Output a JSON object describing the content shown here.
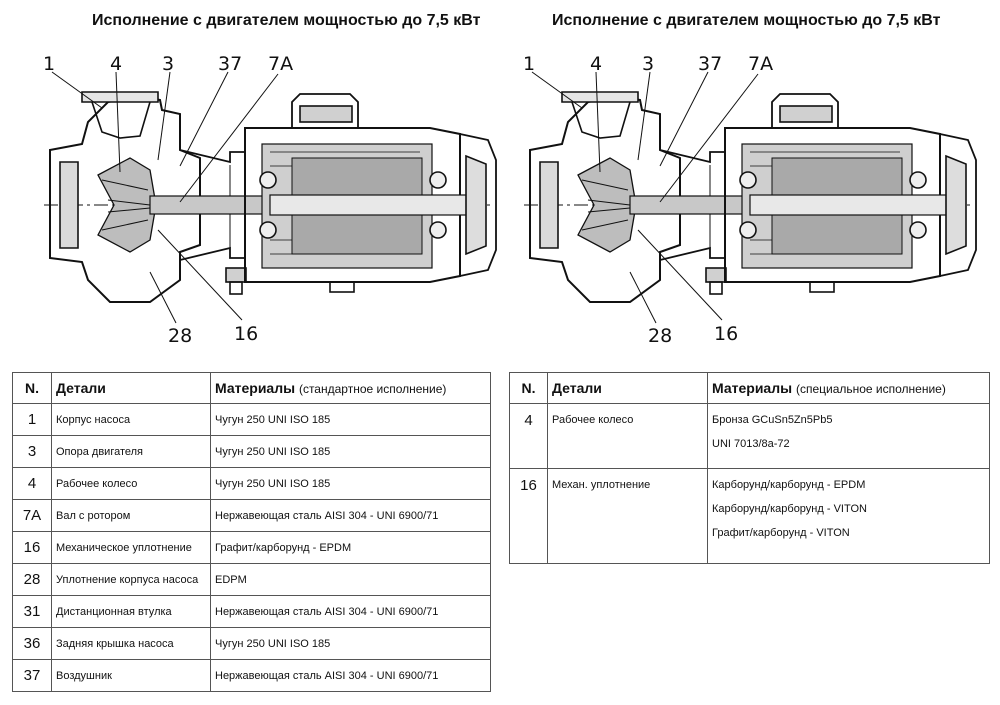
{
  "figure_left": {
    "title": "Исполнение с двигателем мощностью до 7,5 кВт",
    "callouts": [
      "1",
      "4",
      "3",
      "37",
      "7A",
      "28",
      "16"
    ]
  },
  "figure_right": {
    "title": "Исполнение с двигателем мощностью до 7,5 кВт",
    "callouts": [
      "1",
      "4",
      "3",
      "37",
      "7A",
      "28",
      "16"
    ]
  },
  "table_standard": {
    "headers": {
      "num": "N.",
      "part": "Детали",
      "material": "Материалы",
      "material_note": "(стандартное исполнение)"
    },
    "rows": [
      {
        "num": "1",
        "part": "Корпус насоса",
        "material": "Чугун 250 UNI ISO 185"
      },
      {
        "num": "3",
        "part": "Опора двигателя",
        "material": "Чугун 250 UNI ISO 185"
      },
      {
        "num": "4",
        "part": "Рабочее колесо",
        "material": "Чугун 250 UNI ISO 185"
      },
      {
        "num": "7A",
        "part": "Вал с ротором",
        "material": "Нержавеющая сталь AISI 304 - UNI 6900/71"
      },
      {
        "num": "16",
        "part": "Механическое уплотнение",
        "material": "Графит/карборунд - EPDM"
      },
      {
        "num": "28",
        "part": "Уплотнение корпуса насоса",
        "material": "EDPM"
      },
      {
        "num": "31",
        "part": "Дистанционная втулка",
        "material": "Нержавеющая сталь AISI 304 - UNI 6900/71"
      },
      {
        "num": "36",
        "part": "Задняя крышка насоса",
        "material": "Чугун 250 UNI ISO 185"
      },
      {
        "num": "37",
        "part": "Воздушник",
        "material": "Нержавеющая сталь AISI 304 - UNI 6900/71"
      }
    ]
  },
  "table_special": {
    "headers": {
      "num": "N.",
      "part": "Детали",
      "material": "Материалы",
      "material_note": "(специальное исполнение)"
    },
    "rows": [
      {
        "num": "4",
        "part": "Рабочее колесо",
        "materials": [
          "Бронза GCuSn5Zn5Pb5",
          "UNI 7013/8a-72"
        ]
      },
      {
        "num": "16",
        "part": "Механ. уплотнение",
        "materials": [
          "Карборунд/карборунд - EPDM",
          "Карборунд/карборунд - VITON",
          "Графит/карборунд - VITON"
        ]
      }
    ]
  }
}
